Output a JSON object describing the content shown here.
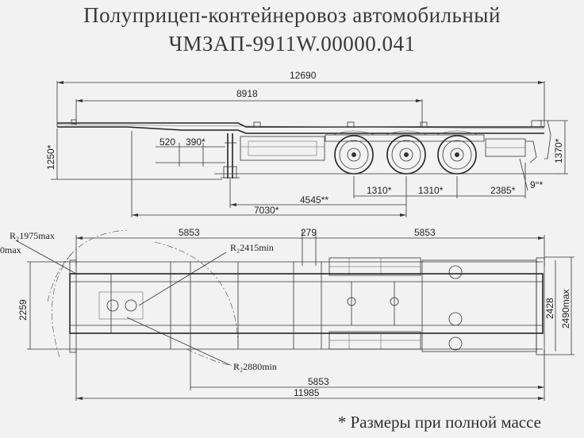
{
  "title_line1": "Полуприцеп-контейнеровоз автомобильный",
  "title_line2": "ЧМЗАП-9911W.00000.041",
  "footnote": "* Размеры при полной массе",
  "side_view": {
    "overall_length": "12690",
    "length_8918": "8918",
    "dim_520": "520",
    "dim_390": "390*",
    "height_left": "1250*",
    "height_right": "1370*",
    "axle_spacing_1": "1310*",
    "axle_spacing_2": "1310*",
    "rear_overhang": "2385*",
    "angle": "9°*",
    "dim_4545": "4545**",
    "dim_7030": "7030*"
  },
  "top_view": {
    "r_1975": "R₂1975max",
    "r_left_cut": "0max",
    "r_2415": "R₂2415min",
    "r_2880": "R₂2880min",
    "dim_5853_left": "5853",
    "dim_279": "279",
    "dim_5853_right": "5853",
    "width_2259": "2259",
    "width_2428": "2428",
    "width_2490": "2490max",
    "dim_5853_bottom": "5853",
    "dim_11985": "11985"
  }
}
